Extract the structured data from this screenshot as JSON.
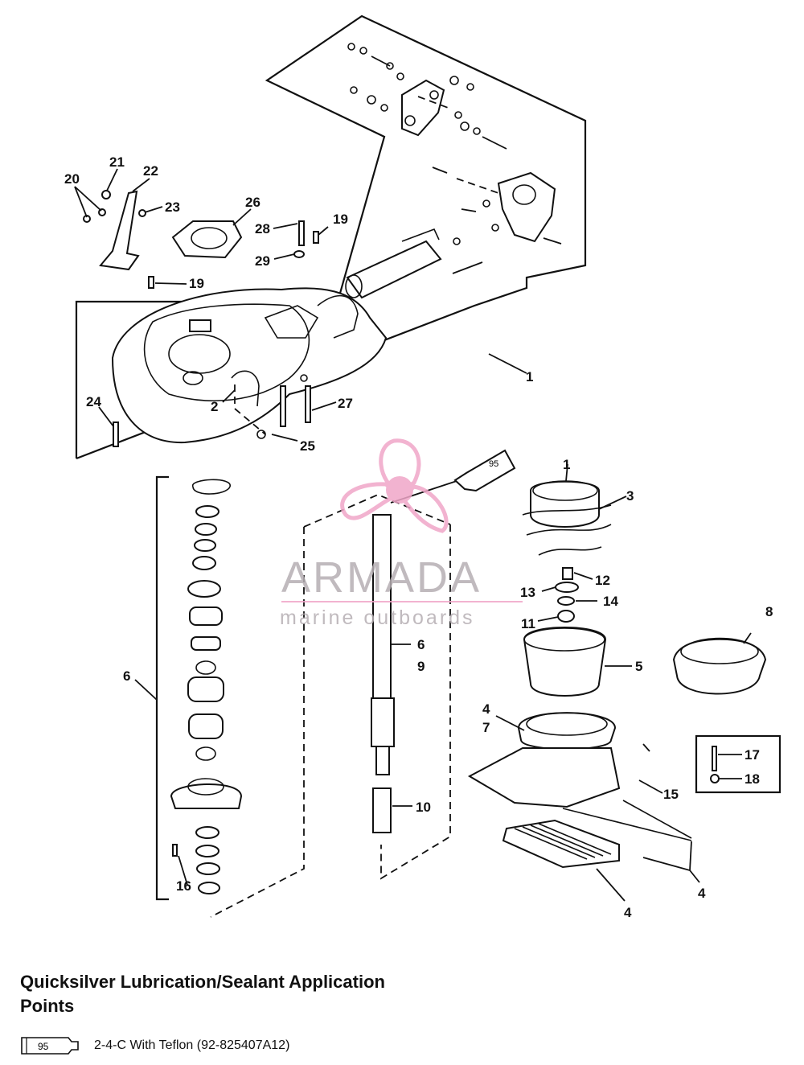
{
  "callouts": {
    "c1a": "1",
    "c1b": "1",
    "c2": "2",
    "c3": "3",
    "c4a": "4",
    "c4b": "4",
    "c4c": "4",
    "c5": "5",
    "c6a": "6",
    "c6b": "6",
    "c7": "7",
    "c8": "8",
    "c9": "9",
    "c10": "10",
    "c11": "11",
    "c12": "12",
    "c13": "13",
    "c14": "14",
    "c15": "15",
    "c16": "16",
    "c17": "17",
    "c18": "18",
    "c19a": "19",
    "c19b": "19",
    "c20": "20",
    "c21": "21",
    "c22": "22",
    "c23": "23",
    "c24": "24",
    "c25": "25",
    "c26": "26",
    "c27": "27",
    "c28": "28",
    "c29": "29"
  },
  "tube_label": "95",
  "watermark": {
    "title": "ARMADA",
    "subtitle": "marine outboards",
    "logo_color": "#f0a6c8"
  },
  "legend": {
    "title": "Quicksilver Lubrication/Sealant Application Points",
    "tube_label": "95",
    "text": "2-4-C  With Teflon (92-825407A12)"
  }
}
